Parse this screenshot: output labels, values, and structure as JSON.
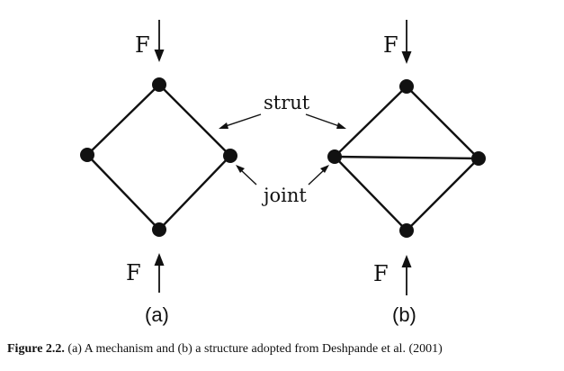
{
  "labels": {
    "force_a_top": "F",
    "force_a_bottom": "F",
    "force_b_top": "F",
    "force_b_bottom": "F",
    "strut": "strut",
    "joint": "joint",
    "panel_a": "(a)",
    "panel_b": "(b)"
  },
  "caption": {
    "label": "Figure 2.2.",
    "text": " (a) A mechanism and (b) a structure adopted from Deshpande et al. (2001)"
  }
}
